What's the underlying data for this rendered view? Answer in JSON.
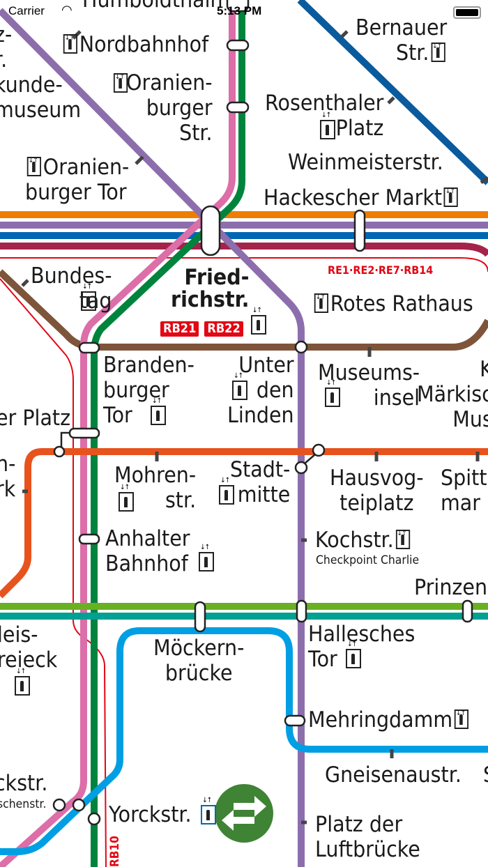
{
  "status_bar": {
    "carrier": "Carrier",
    "time": "5:13 PM",
    "wifi_icon": "wifi-icon",
    "battery_icon": "battery-icon"
  },
  "colors": {
    "U6": "#dc6ea8",
    "S-north-south": "#00843d",
    "U8": "#0a5a9e",
    "S1-horizontal-orange": "#ee7d00",
    "purple": "#8c6ead",
    "blue": "#0066b3",
    "darkred": "#a3234b",
    "U5-brown": "#7e543a",
    "U2-orange": "#e8531d",
    "lime": "#6ab023",
    "teal": "#00a092",
    "U7-lightblue": "#009fe3",
    "regional": "#e30613",
    "switch_button": "#3f8335"
  },
  "stations": {
    "humboldthain": "Humboldthain",
    "nordbahnhof": "Nordbahnhof",
    "oranienburger_str": "Oranien-\nburger\nStr.",
    "bernauer": "Bernauer\nStr.",
    "rosenthaler": "Rosenthaler\nPlatz",
    "weinmeister": "Weinmeisterstr.",
    "hackescher": "Hackescher Markt",
    "naturkunde": "z-\nr.\nkunde-\nmuseum",
    "oranienburger_tor": "Oranien-\nburger Tor",
    "bundestag": "Bundes-\ntag",
    "friedrichstr": "Fried-\nrichstr.",
    "rotes_rathaus": "Rotes Rathaus",
    "brandenburger": "Branden-\nburger\nTor",
    "unter_den_linden": "Unter\nden\nLinden",
    "museumsinsel": "Museums-\ninsel",
    "maerkisches": "K\nMärkisc\nMus",
    "platz": "er Platz",
    "n_rk": "n-\nrk",
    "mohrenstr": "Mohren-\nstr.",
    "stadtmitte": "Stadt-\nmitte",
    "hausvogteiplatz": "Hausvog-\nteiplatz",
    "spittelmarkt": "Spitt\nmar",
    "anhalter": "Anhalter\nBahnhof",
    "kochstr": "Kochstr.",
    "kochstr_sub": "Checkpoint Charlie",
    "prinzenstr": "Prinzen",
    "gleisdreieck": "leis-\nreieck",
    "moeckern": "Möckern-\nbrücke",
    "hallesches": "Hallesches\nTor",
    "mehringdamm": "Mehringdamm",
    "gneisenau": "Gneisenaustr.",
    "gneisenau_s": "S",
    "yorck_left": "ckstr.",
    "yorck_left_sub": "schenstr.",
    "yorckstr": "Yorckstr.",
    "platz_luftbruecke": "Platz der\nLuftbrücke"
  },
  "badges": {
    "rb21": "RB21",
    "rb22": "RB22",
    "regional_top": "RE1·RE2·RE7·RB14",
    "rb10": "RB10"
  },
  "switch_button": {
    "icon": "swap-arrows-icon"
  }
}
